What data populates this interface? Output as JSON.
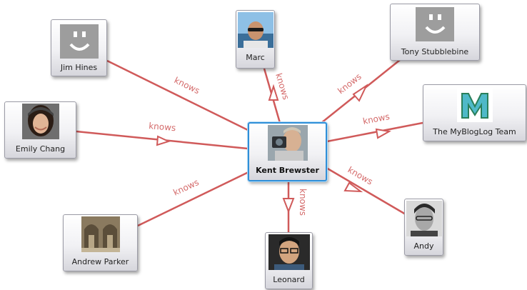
{
  "diagram": {
    "center": {
      "label": "Kent Brewster"
    },
    "relation_label": "knows",
    "edge_color": "#d05a5a",
    "nodes": [
      {
        "id": "jim-hines",
        "label": "Jim Hines",
        "avatar": "smiley-icon"
      },
      {
        "id": "marc",
        "label": "Marc",
        "avatar": "photo"
      },
      {
        "id": "tony-stubblebine",
        "label": "Tony Stubblebine",
        "avatar": "smiley-icon"
      },
      {
        "id": "emily-chang",
        "label": "Emily Chang",
        "avatar": "photo"
      },
      {
        "id": "myblog-team",
        "label": "The MyBlogLog Team",
        "avatar": "mybloglog-logo"
      },
      {
        "id": "andrew-parker",
        "label": "Andrew Parker",
        "avatar": "photo"
      },
      {
        "id": "leonard",
        "label": "Leonard",
        "avatar": "photo"
      },
      {
        "id": "andy",
        "label": "Andy",
        "avatar": "photo"
      }
    ]
  }
}
